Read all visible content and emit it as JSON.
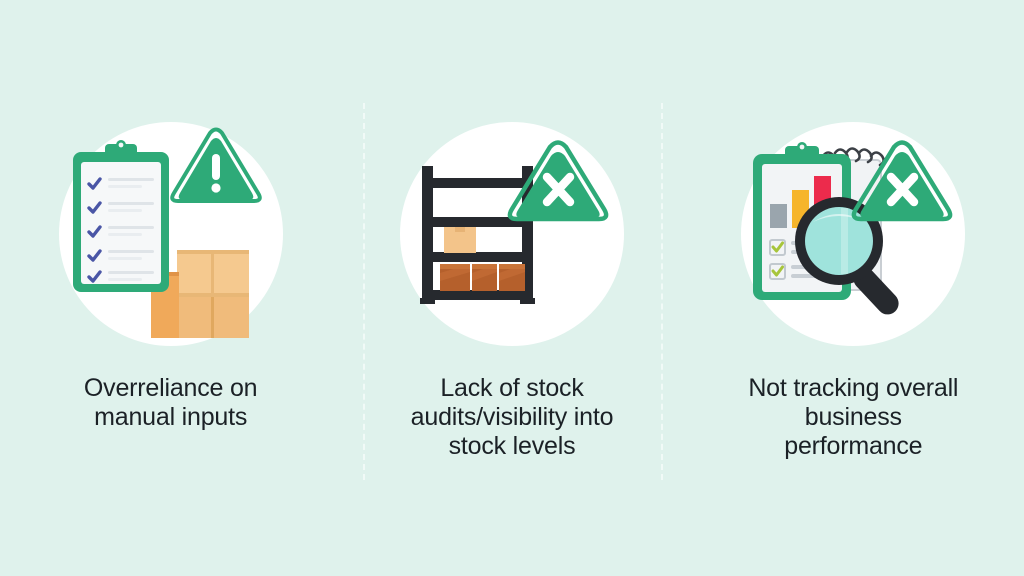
{
  "page": {
    "background_color": "#dff2ec",
    "divider_color": "#f3fbf8",
    "text_color": "#1b2126",
    "circle_color": "#ffffff",
    "accent_green": "#26a86f",
    "accent_dark": "#24292f",
    "accent_box_light": "#f3c48a",
    "accent_box_dark": "#c2632c",
    "accent_red": "#ec2b4c",
    "accent_yellow": "#f6b52b",
    "accent_gray": "#9aa5ad",
    "accent_teal": "#9fe3dc",
    "accent_check_blue": "#4a56a6",
    "accent_check_green": "#a7c53b"
  },
  "columns": [
    {
      "id": "overreliance-manual-inputs",
      "caption": "Overreliance on manual inputs",
      "icon_name": "clipboard-checklist-warning-boxes-icon",
      "icon_parts": [
        "clipboard-with-checkmarks",
        "warning-triangle-exclamation",
        "cardboard-boxes"
      ]
    },
    {
      "id": "lack-of-stock-audits",
      "caption": "Lack of stock audits/visibility into stock levels",
      "icon_name": "warehouse-shelving-rack-error-icon",
      "icon_parts": [
        "shelving-rack",
        "tan-box",
        "brown-boxes",
        "error-triangle-x"
      ]
    },
    {
      "id": "not-tracking-performance",
      "caption": "Not tracking overall business performance",
      "icon_name": "clipboard-chart-magnifier-error-icon",
      "icon_parts": [
        "clipboard-with-bar-chart",
        "spiral-notebook",
        "magnifying-glass",
        "error-triangle-x"
      ]
    }
  ]
}
